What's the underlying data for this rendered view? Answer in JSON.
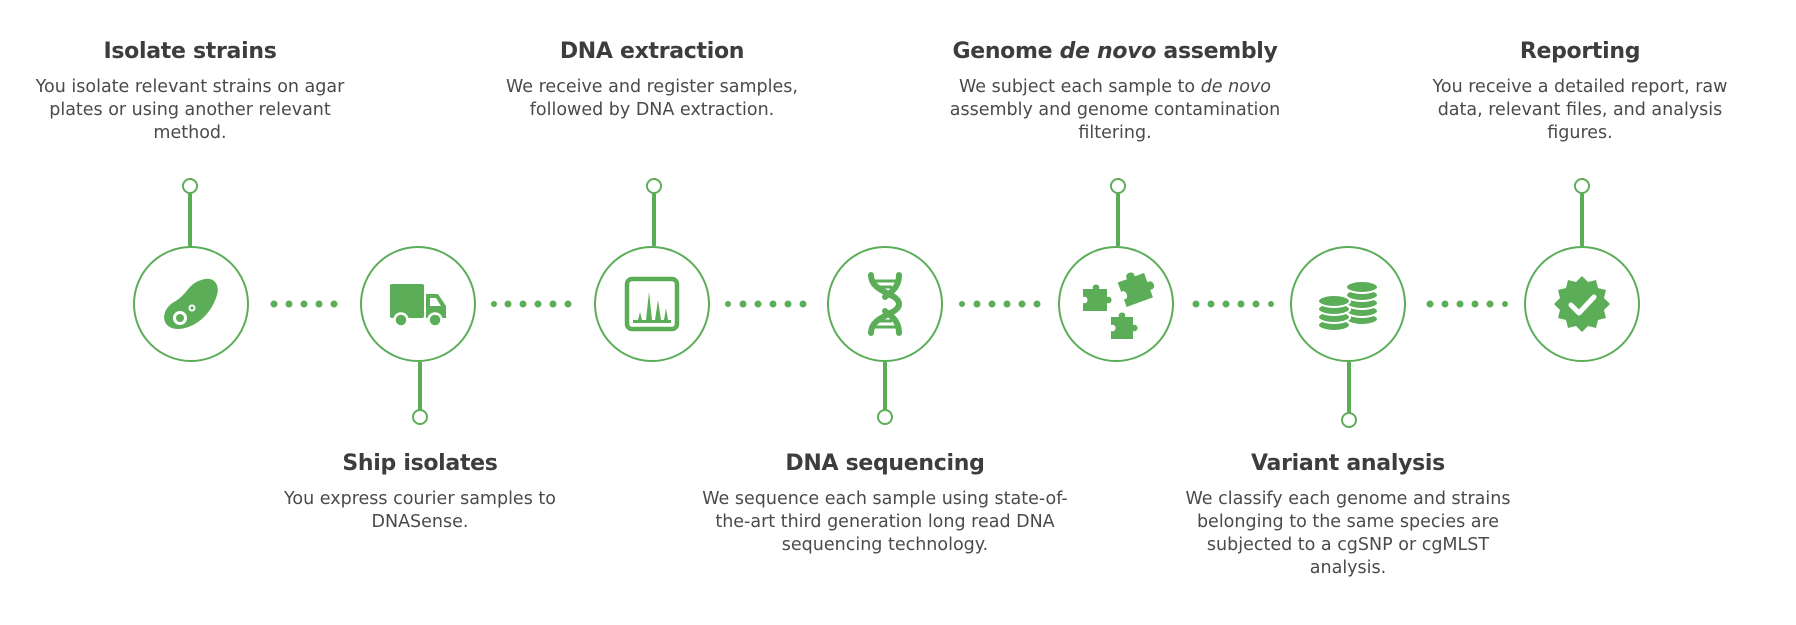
{
  "steps": [
    {
      "title": "Isolate strains",
      "desc": "You isolate relevant strains on agar plates or using another relevant method.",
      "icon": "bacteria-icon",
      "label_position": "top"
    },
    {
      "title": "Ship isolates",
      "desc": "You express courier samples to DNASense.",
      "icon": "truck-icon",
      "label_position": "bottom"
    },
    {
      "title": "DNA extraction",
      "desc": "We receive and register samples, followed by DNA extraction.",
      "icon": "chromatogram-icon",
      "label_position": "top"
    },
    {
      "title": "DNA sequencing",
      "desc": "We sequence each sample using state-of-the-art third generation long read DNA sequencing technology.",
      "icon": "dna-helix-icon",
      "label_position": "bottom"
    },
    {
      "title_parts": [
        "Genome ",
        "de novo",
        " assembly"
      ],
      "desc_parts": [
        "We subject each sample to ",
        "de novo",
        " assembly and genome contamination filtering."
      ],
      "icon": "puzzle-pieces-icon",
      "label_position": "top"
    },
    {
      "title": "Variant analysis",
      "desc": "We classify each genome and strains belonging to the same species are subjected to a cgSNP or cgMLST analysis.",
      "icon": "coin-stacks-icon",
      "label_position": "bottom"
    },
    {
      "title": "Reporting",
      "desc": "You receive a detailed report, raw data, relevant files, and analysis figures.",
      "icon": "verified-badge-icon",
      "label_position": "top"
    }
  ],
  "colors": {
    "accent": "#5cad58",
    "title": "#3d3d3d",
    "text": "#4a4a4a"
  }
}
